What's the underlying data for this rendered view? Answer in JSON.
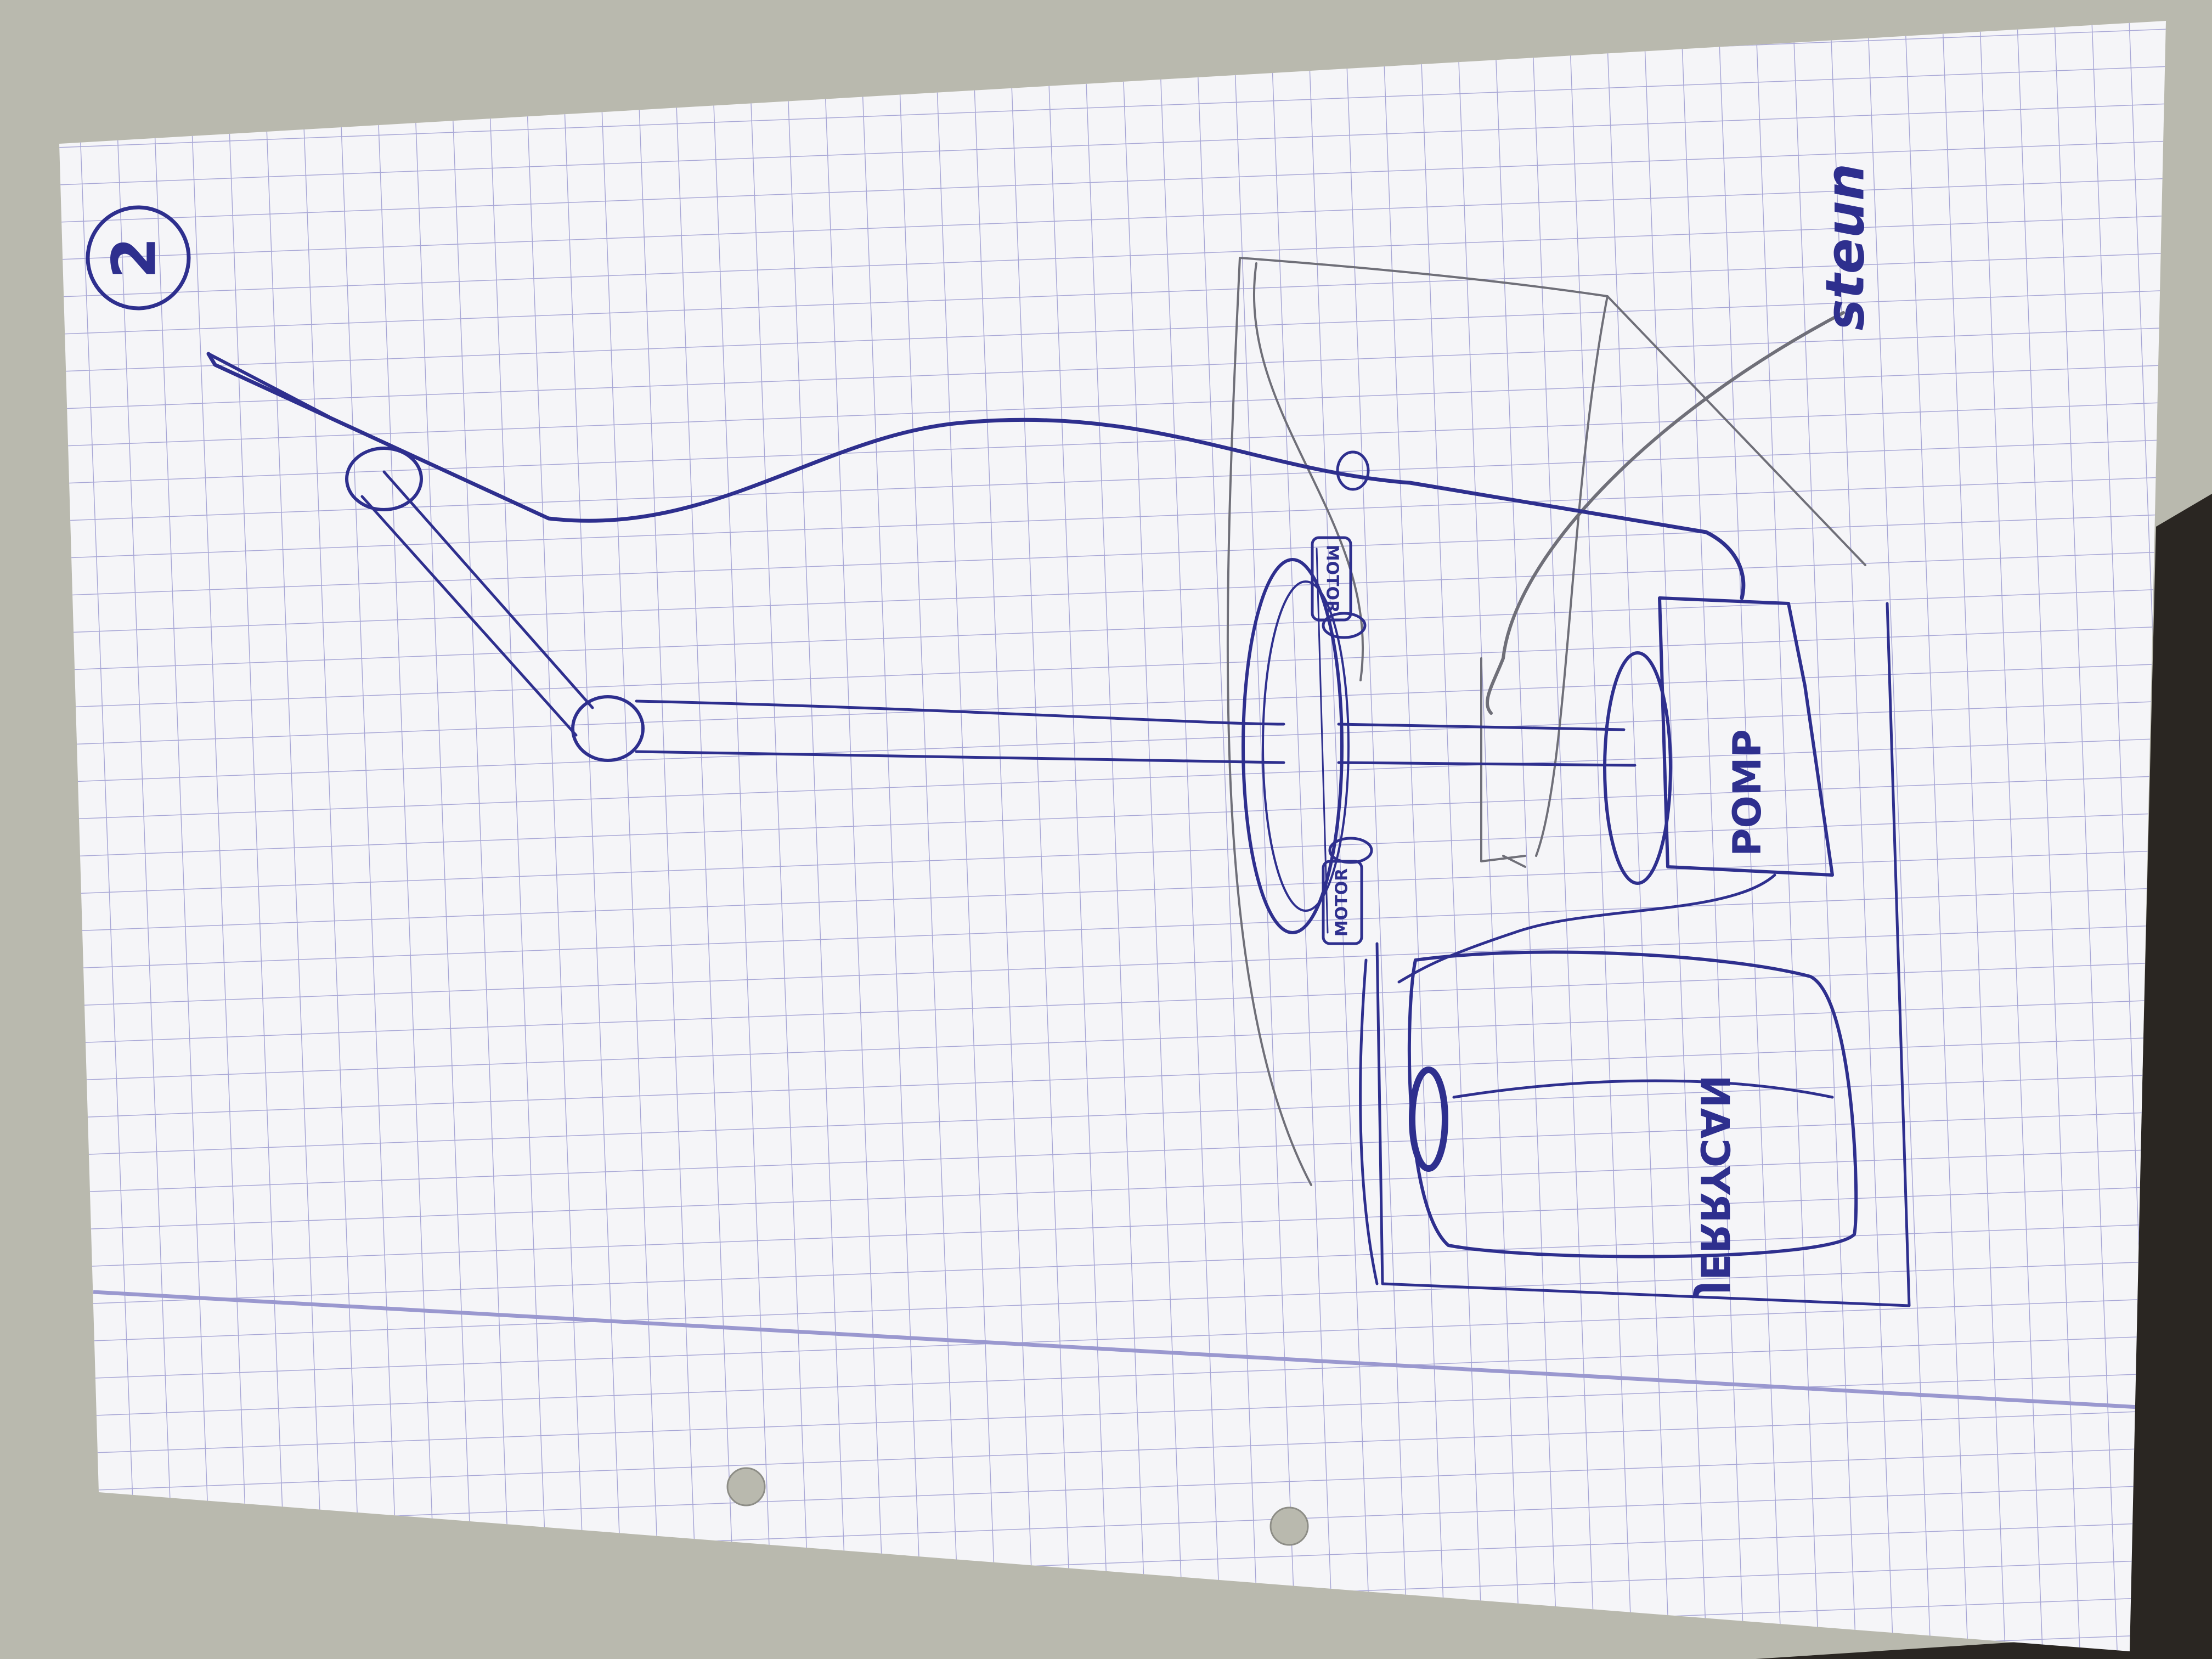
{
  "page_number": "2",
  "labels": {
    "pump": "POMP",
    "jerrycan": "JERRYCAN",
    "motor_top": "MOTOR",
    "motor_bottom": "MOTOR",
    "stem": "steun"
  },
  "colors": {
    "desk": "#b9b9ae",
    "paper": "#f5f5f8",
    "grid_line": "#a9a8d6",
    "margin_line": "#9a98cf",
    "pen_ink": "#2e2f8e",
    "pencil": "#6f6f78"
  },
  "paper_features": {
    "punch_holes": 2,
    "grid": true
  }
}
